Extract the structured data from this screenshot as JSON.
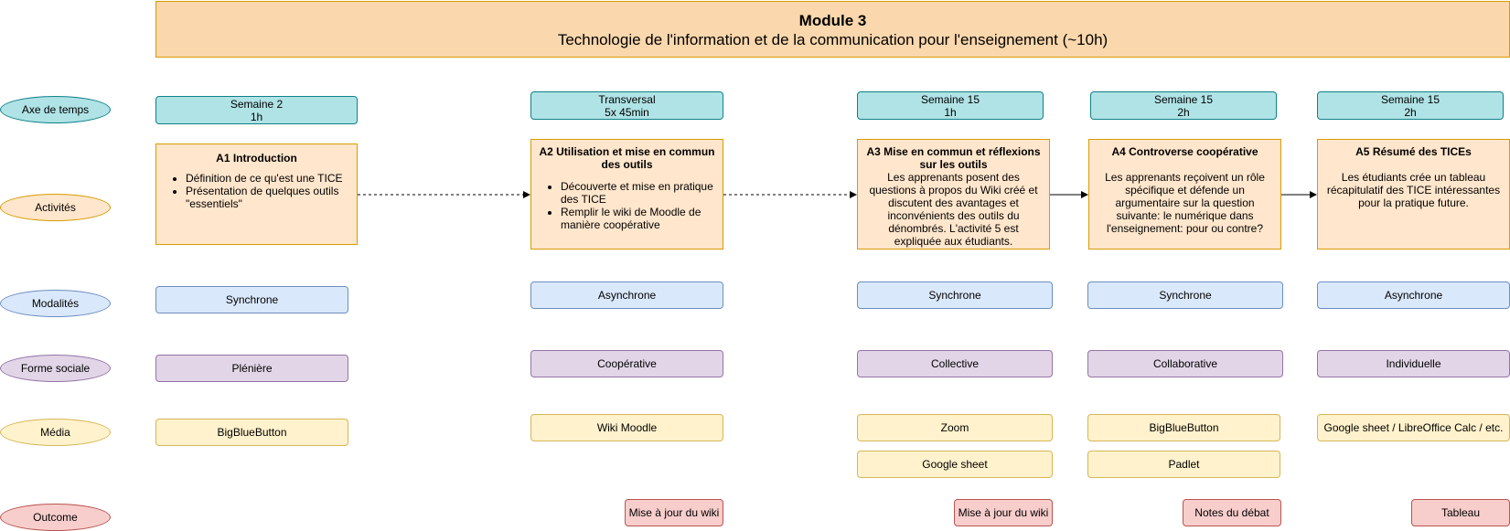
{
  "title": {
    "line1": "Module 3",
    "line2": "Technologie de l'information et de la communication pour l'enseignement (~10h)"
  },
  "rows": {
    "axe": "Axe de temps",
    "activites": "Activités",
    "modalites": "Modalités",
    "forme_sociale": "Forme sociale",
    "media": "Média",
    "outcome": "Outcome"
  },
  "weeks": [
    {
      "line1": "Semaine 2",
      "line2": "1h"
    },
    {
      "line1": "Transversal",
      "line2": "5x 45min"
    },
    {
      "line1": "Semaine 15",
      "line2": "1h"
    },
    {
      "line1": "Semaine 15",
      "line2": "2h"
    },
    {
      "line1": "Semaine 15",
      "line2": "2h"
    }
  ],
  "activities": [
    {
      "title": "A1 Introduction",
      "items": [
        "Définition de ce qu'est une TICE",
        "Présentation de quelques outils  \"essentiels\""
      ]
    },
    {
      "title": "A2 Utilisation et mise en commun des outils",
      "items": [
        "Découverte et  mise en pratique des  TICE",
        "Remplir le wiki de Moodle de manière coopérative"
      ]
    },
    {
      "title": "A3 Mise en commun et réflexions sur les outils",
      "text": "Les apprenants posent des questions à propos du Wiki créé et discutent des avantages et inconvénients des outils du dénombrés. L'activité 5 est expliquée aux étudiants."
    },
    {
      "title": "A4 Controverse coopérative",
      "text": "Les apprenants reçoivent un rôle spécifique et défende un argumentaire sur la question suivante: le numérique dans l'enseignement: pour ou contre?"
    },
    {
      "title": "A5 Résumé des TICEs",
      "text": "Les étudiants crée un tableau récapitulatif des TICE intéressantes pour la pratique future."
    }
  ],
  "modalites": [
    "Synchrone",
    "Asynchrone",
    "Synchrone",
    "Synchrone",
    "Asynchrone"
  ],
  "forme_sociale": [
    "Plénière",
    "Coopérative",
    "Collective",
    "Collaborative",
    "Individuelle"
  ],
  "media": [
    [
      "BigBlueButton"
    ],
    [
      "Wiki Moodle"
    ],
    [
      "Zoom",
      "Google sheet"
    ],
    [
      "BigBlueButton",
      "Padlet"
    ],
    [
      "Google sheet / LibreOffice Calc / etc."
    ]
  ],
  "outcomes": [
    "Mise à jour du wiki",
    "Mise à jour du wiki",
    "Notes du débat",
    "Tableau"
  ],
  "colors": {
    "title_fill": "#fad7ac",
    "activity_fill": "#ffe6cc",
    "week_fill": "#b0e3e6",
    "modalite_fill": "#dae8fc",
    "social_fill": "#e1d5e7",
    "media_fill": "#fff2cc",
    "outcome_fill": "#f8cecc"
  }
}
